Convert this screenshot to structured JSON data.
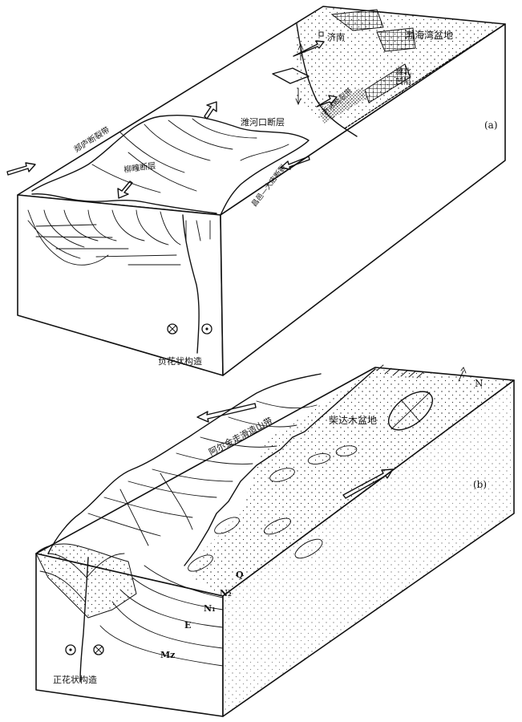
{
  "panel_a": {
    "label": "(a)",
    "bohai_basin": "渤海湾盆地",
    "jinan": "济南",
    "weibei_1": "潍北",
    "weibei_2": "凹陷",
    "weihekou_fault": "潍河口断层",
    "liuyu_fault": "柳疃断层",
    "yishu_fault_belt": "沂沭断裂带",
    "fault_west": "郯庐断裂带",
    "fault_east": "昌邑—大店断裂",
    "flower": "负花状构造"
  },
  "panel_b": {
    "label": "(b)",
    "north": "N",
    "altun": "阿尔金走滑造山带",
    "qaidam": "柴达木盆地",
    "Q": "Q",
    "N2": "N₂",
    "N1": "N₁",
    "E": "E",
    "Mz": "Mz",
    "flower": "正花状构造"
  }
}
